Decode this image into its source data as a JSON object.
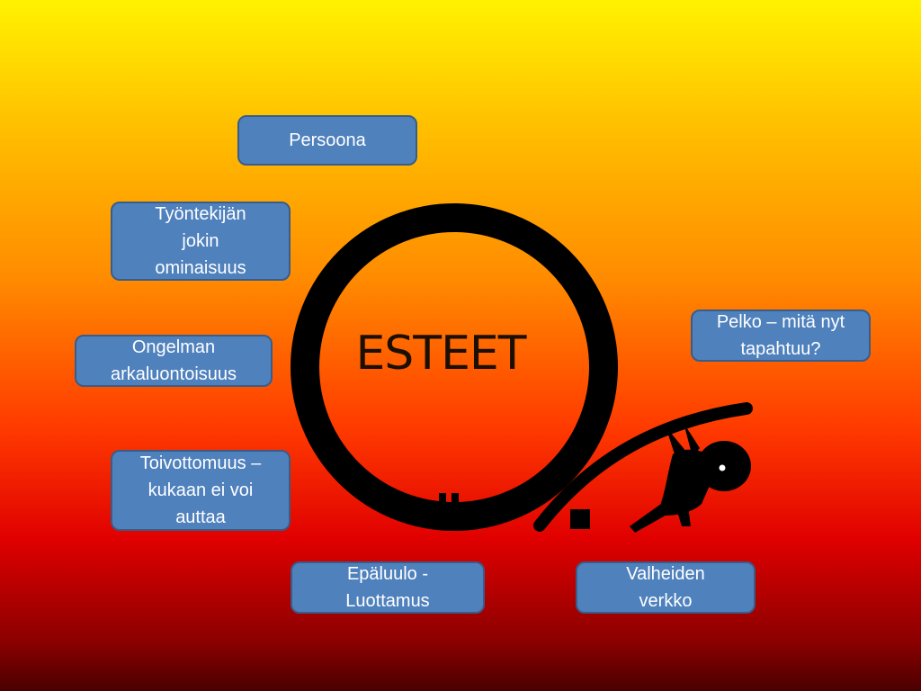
{
  "center": {
    "title": "ESTEET"
  },
  "boxes": {
    "persoona": "Persoona",
    "tyontekija": "Työntekijän\njokin\nominaisuus",
    "ongelman": "Ongelman\narkaluontoisuus",
    "toivottomuus": "Toivottomuus –\nkukaan ei voi\nauttaa",
    "epaluulo": "Epäluulo -\nLuottamus",
    "valheiden": "Valheiden\nverkko",
    "pelko": "Pelko – mitä nyt\ntapahtuu?"
  },
  "colors": {
    "box_fill": "#4f81bd",
    "box_border": "#385d8a",
    "box_text": "#ffffff",
    "figure": "#000000"
  },
  "icons": [
    "boulder-ring",
    "stick-figure-pushing",
    "small-block"
  ]
}
